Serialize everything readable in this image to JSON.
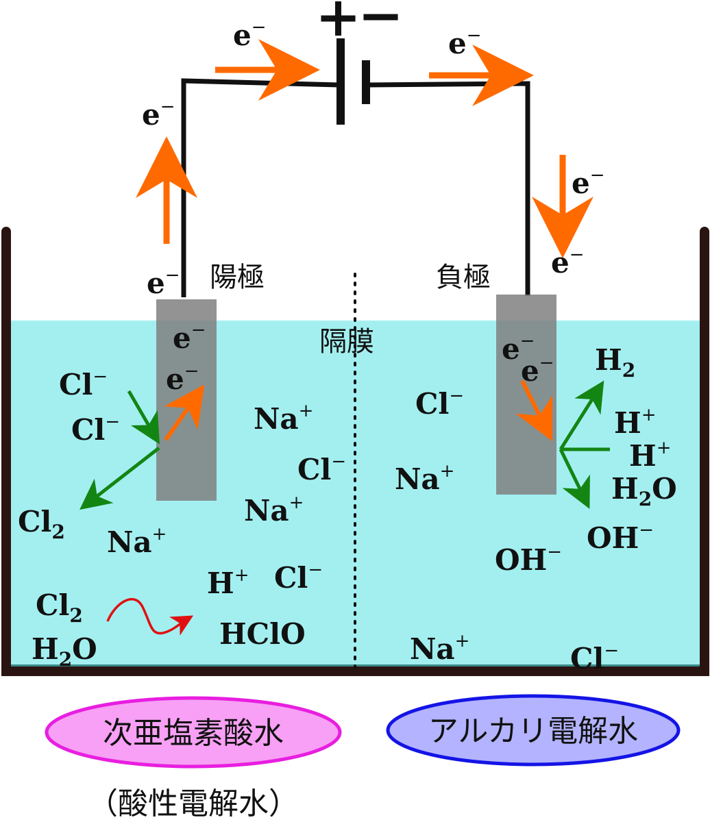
{
  "battery": {
    "plus": "+",
    "minus": "−"
  },
  "electron": {
    "symbol": "e",
    "charge": "−"
  },
  "labels": {
    "anode": "陽極",
    "cathode": "負極",
    "membrane": "隔膜",
    "acid_water": "次亜塩素酸水",
    "acid_water_sub": "（酸性電解水）",
    "alkaline_water": "アルカリ電解水"
  },
  "species": {
    "cl_ion": "Cl",
    "na_ion": "Na",
    "cl2": "Cl",
    "h2o_h": "H",
    "h2o_o": "O",
    "h_ion": "H",
    "hclo": "HClO",
    "h2": "H",
    "oh_ion": "OH",
    "sub2": "2",
    "plus": "+",
    "minus": "−"
  },
  "colors": {
    "water": "#a3eff0",
    "tank": "#2a1412",
    "electrode": "#808080",
    "electron_arrow": "#ff6a00",
    "reaction_arrow": "#138513",
    "hclo_arrow": "#e01010",
    "acid_fill": "#f7a0f5",
    "acid_stroke": "#e81ee0",
    "alkali_fill": "#b3b3ff",
    "alkali_stroke": "#1414e6"
  }
}
